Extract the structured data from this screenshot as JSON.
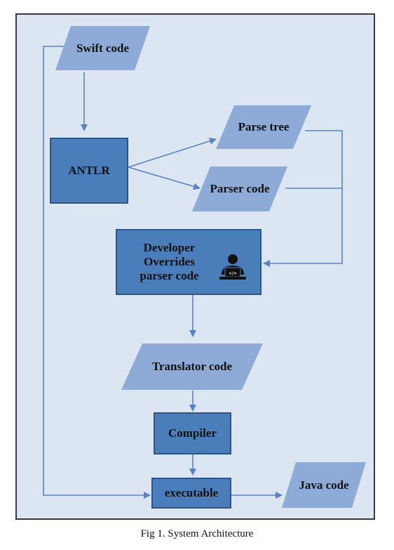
{
  "diagram": {
    "nodes": {
      "swift_code": "Swift code",
      "antlr": "ANTLR",
      "parse_tree": "Parse tree",
      "parser_code": "Parser code",
      "developer": [
        "Developer",
        "Overrides",
        "parser code"
      ],
      "translator_code": "Translator code",
      "compiler": "Compiler",
      "executable": "executable",
      "java_code": "Java code"
    },
    "colors": {
      "background": "#dce6f2",
      "process_fill": "#4a7ebb",
      "data_fill": "#8eaad6",
      "edge": "#5b82c2"
    },
    "developer_icon": "developer-laptop-icon"
  },
  "caption": "Fig 1. System Architecture"
}
